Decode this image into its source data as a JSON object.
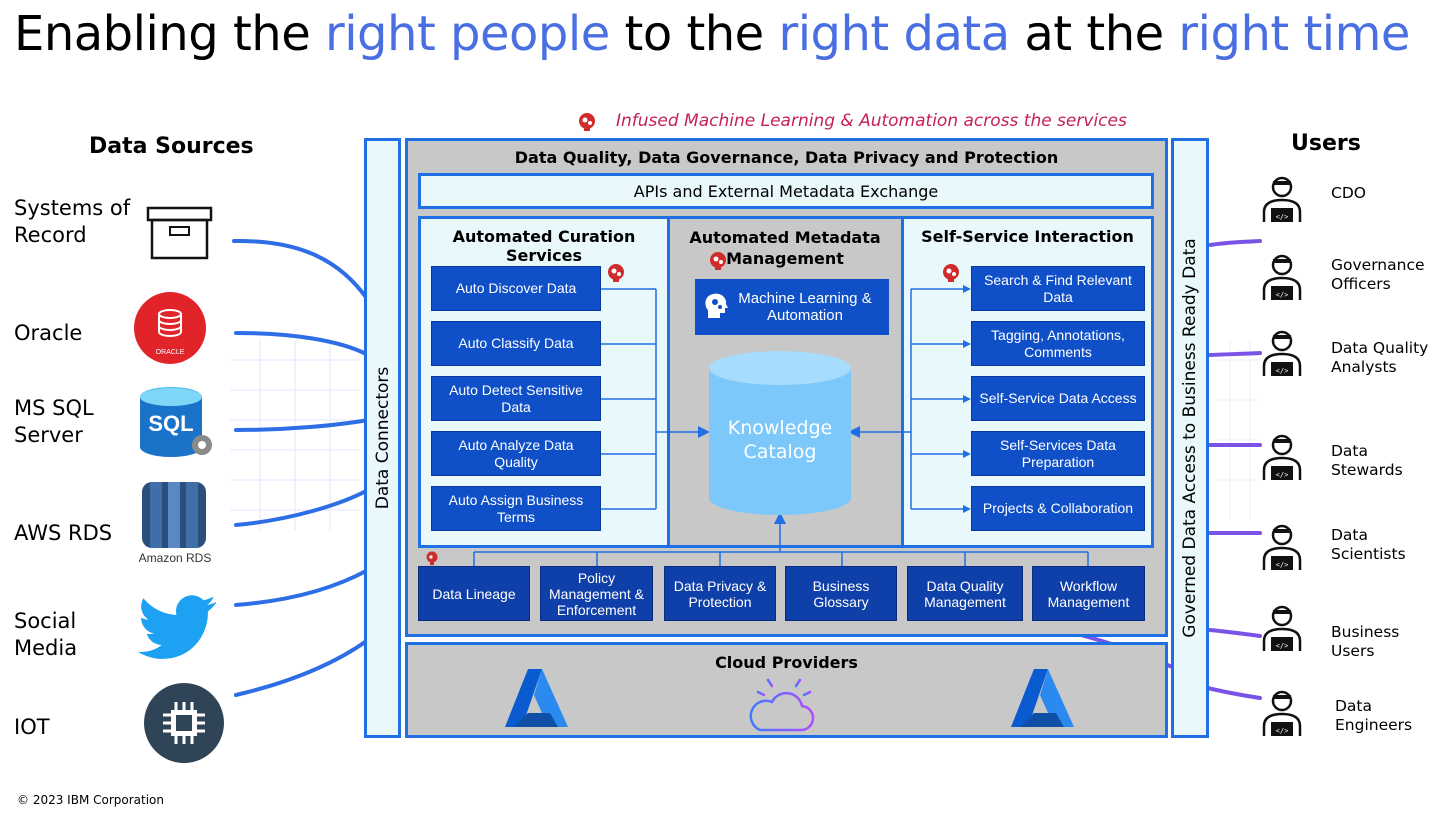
{
  "title": {
    "part1": "Enabling the ",
    "hl1": "right people",
    "part2": " to the ",
    "hl2": "right data",
    "part3": " at the ",
    "hl3": "right time"
  },
  "sources": {
    "heading": "Data Sources",
    "items": [
      {
        "line1": "Systems of",
        "line2": "Record",
        "icon": "archive-box-icon"
      },
      {
        "line1": "Oracle",
        "line2": "",
        "icon": "oracle-icon",
        "icon_text": "ORACLE"
      },
      {
        "line1": "MS SQL",
        "line2": "Server",
        "icon": "sql-server-icon",
        "icon_text": "SQL"
      },
      {
        "line1": "AWS RDS",
        "line2": "",
        "icon": "amazon-rds-icon",
        "icon_text": "Amazon RDS"
      },
      {
        "line1": "Social",
        "line2": "Media",
        "icon": "twitter-icon"
      },
      {
        "line1": "IOT",
        "line2": "",
        "icon": "chip-icon"
      }
    ]
  },
  "ml_banner": "Infused Machine Learning & Automation across the services",
  "connectors": "Data Connectors",
  "governed_access": "Governed Data Access to Business Ready Data",
  "platform": {
    "title": "Data Quality, Data Governance, Data Privacy and Protection",
    "apis": "APIs and External Metadata Exchange",
    "curation": {
      "title": "Automated Curation Services",
      "items": [
        "Auto Discover Data",
        "Auto Classify Data",
        "Auto Detect Sensitive Data",
        "Auto Analyze Data Quality",
        "Auto Assign Business Terms"
      ]
    },
    "metadata": {
      "title": "Automated Metadata Management",
      "ml_button": "Machine Learning & Automation",
      "catalog": "Knowledge Catalog"
    },
    "selfservice": {
      "title": "Self-Service Interaction",
      "items": [
        "Search & Find Relevant Data",
        "Tagging, Annotations, Comments",
        "Self-Service Data Access",
        "Self-Services Data Preparation",
        "Projects & Collaboration"
      ]
    },
    "bottom": [
      "Data Lineage",
      "Policy Management & Enforcement",
      "Data Privacy & Protection",
      "Business Glossary",
      "Data Quality Management",
      "Workflow Management"
    ]
  },
  "cloud": {
    "title": "Cloud Providers",
    "icons": [
      "azure-icon",
      "ibm-cloud-icon",
      "azure-icon"
    ]
  },
  "users": {
    "heading": "Users",
    "items": [
      {
        "line1": "CDO",
        "line2": ""
      },
      {
        "line1": "Governance",
        "line2": "Officers"
      },
      {
        "line1": "Data Quality",
        "line2": "Analysts"
      },
      {
        "line1": "Data",
        "line2": "Stewards"
      },
      {
        "line1": "Data",
        "line2": "Scientists"
      },
      {
        "line1": "Business",
        "line2": "Users"
      },
      {
        "line1": "Data",
        "line2": "Engineers"
      }
    ]
  },
  "footer": "© 2023 IBM Corporation",
  "colors": {
    "accent_blue": "#1f6fe5",
    "button_blue": "#0f4fc7",
    "highlight_text": "#4a6fe3",
    "ml_text": "#c4205a",
    "panel_gray": "#c8c8c8"
  }
}
